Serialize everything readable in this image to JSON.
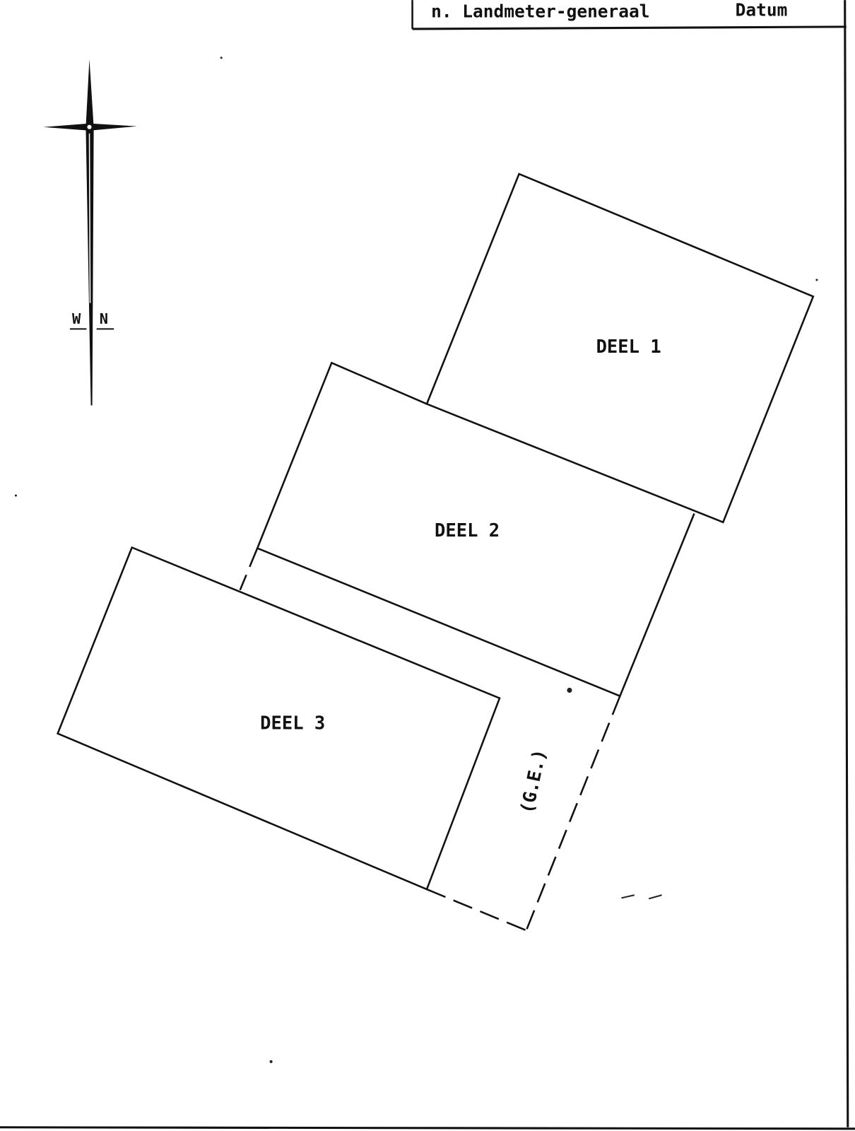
{
  "header": {
    "signature_label": "n. Landmeter-generaal",
    "date_label": "Datum"
  },
  "compass": {
    "left_letter": "W",
    "right_letter": "N"
  },
  "parcels": [
    {
      "label": "DEEL 1"
    },
    {
      "label": "DEEL 2"
    },
    {
      "label": "DEEL 3"
    }
  ],
  "easement_label": "(G.E.)",
  "colors": {
    "ink": "#111111",
    "paper": "#ffffff"
  }
}
